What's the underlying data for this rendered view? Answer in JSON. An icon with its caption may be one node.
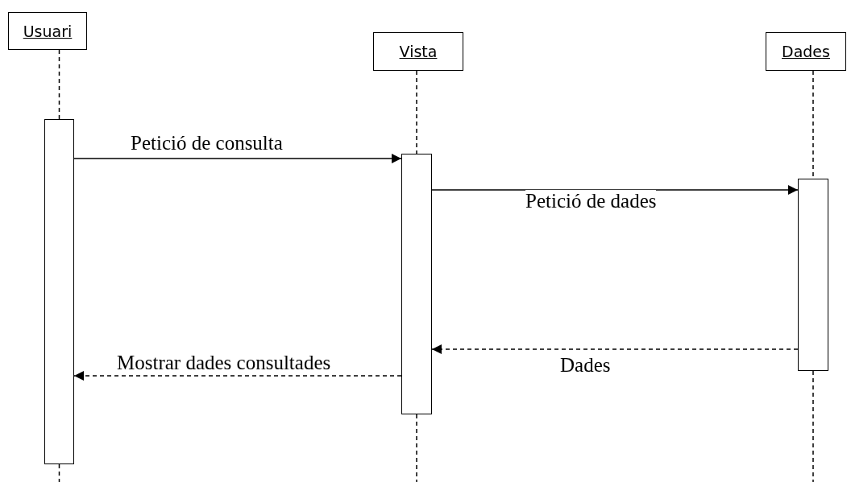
{
  "diagram": {
    "nodes": [
      {
        "text": [
          "Usuari"
        ]
      },
      {
        "text": [
          "Vista"
        ]
      },
      {
        "text": [
          "Dades"
        ]
      },
      {
        "text": [],
        "shape": "bar"
      },
      {
        "text": [],
        "shape": "bar"
      },
      {
        "text": [],
        "shape": "bar"
      }
    ],
    "edges": [
      {
        "from": 0,
        "to": 3,
        "arrow": "none",
        "style": "dashed"
      },
      {
        "from": 1,
        "to": 4,
        "arrow": "none",
        "style": "dashed"
      },
      {
        "from": 2,
        "to": 5,
        "arrow": "none",
        "style": "dashed"
      },
      {
        "from": 3,
        "to": null,
        "arrow": "none",
        "style": "dashed"
      },
      {
        "from": 4,
        "to": null,
        "arrow": "none",
        "style": "dashed"
      },
      {
        "from": 5,
        "to": null,
        "arrow": "none",
        "style": "dashed"
      },
      {
        "from": 3,
        "to": 4,
        "arrow": "to",
        "label": "Petició de consulta"
      },
      {
        "from": 4,
        "to": 5,
        "arrow": "to",
        "label": "Petició de dades"
      },
      {
        "from": 5,
        "to": 4,
        "arrow": "to",
        "label": "Dades",
        "style": "dashed"
      },
      {
        "from": 4,
        "to": 3,
        "arrow": "to",
        "label": "Mostrar dades consultades",
        "style": "dashed"
      }
    ]
  }
}
